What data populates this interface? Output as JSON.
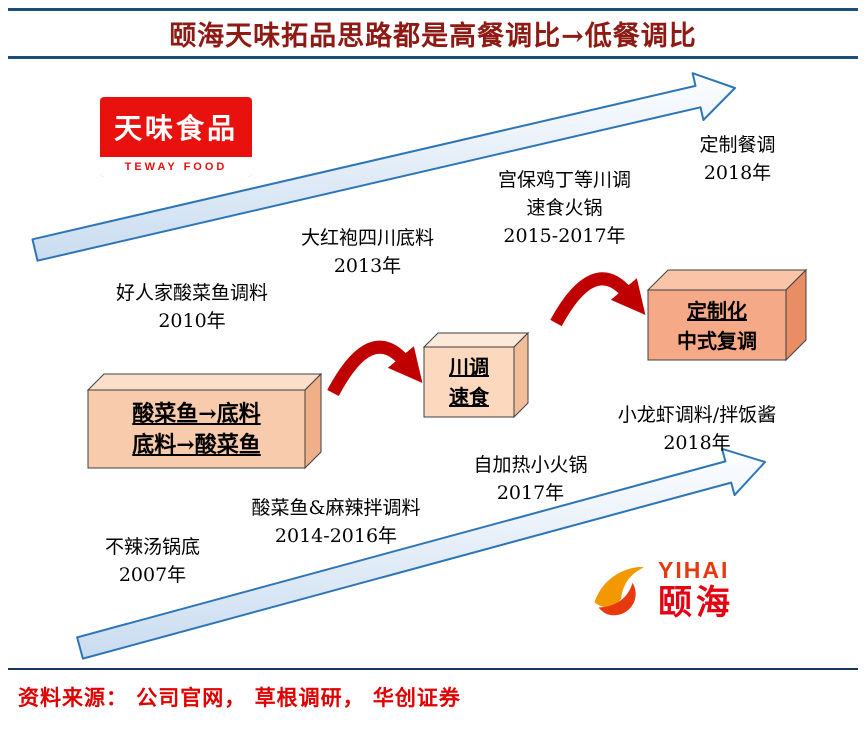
{
  "title": "颐海天味拓品思路都是高餐调比→低餐调比",
  "source": "资料来源：  公司官网，  草根调研，  华创证券",
  "teway_logo": {
    "cn": "天味食品",
    "en": "TEWAY FOOD"
  },
  "yihai_logo": {
    "en": "YIHAI",
    "cn": "颐海"
  },
  "boxes": [
    {
      "line1": "酸菜鱼→底料",
      "line2": "底料→酸菜鱼"
    },
    {
      "line1": "川调",
      "line2": "速食"
    },
    {
      "line1": "定制化",
      "line2": "中式复调"
    }
  ],
  "teway_milestones": [
    {
      "label": "好人家酸菜鱼调料",
      "year": "2010年"
    },
    {
      "label": "大红袍四川底料",
      "year": "2013年"
    },
    {
      "label": "宫保鸡丁等川调",
      "label2": "速食火锅",
      "year": "2015-2017年"
    },
    {
      "label": "定制餐调",
      "year": "2018年"
    }
  ],
  "yihai_milestones": [
    {
      "label": "不辣汤锅底",
      "year": "2007年"
    },
    {
      "label": "酸菜鱼&麻辣拌调料",
      "year": "2014-2016年"
    },
    {
      "label": "自加热小火锅",
      "year": "2017年"
    },
    {
      "label": "小龙虾调料/拌饭酱",
      "year": "2018年"
    }
  ],
  "colors": {
    "title_red": "#8E1A13",
    "rule_blue": "#1F4E79",
    "arrow_stroke_blue": "#2E75B6",
    "arrow_fill_light": "#EAF2FB",
    "curved_arrow_red": "#C00000",
    "box_front_peach": "#F8CBAD",
    "box_front_salmon": "#F5A986",
    "source_red": "#E00000",
    "teway_red": "#E8110D",
    "yihai_orange": "#F39800",
    "yihai_red": "#E60012"
  }
}
